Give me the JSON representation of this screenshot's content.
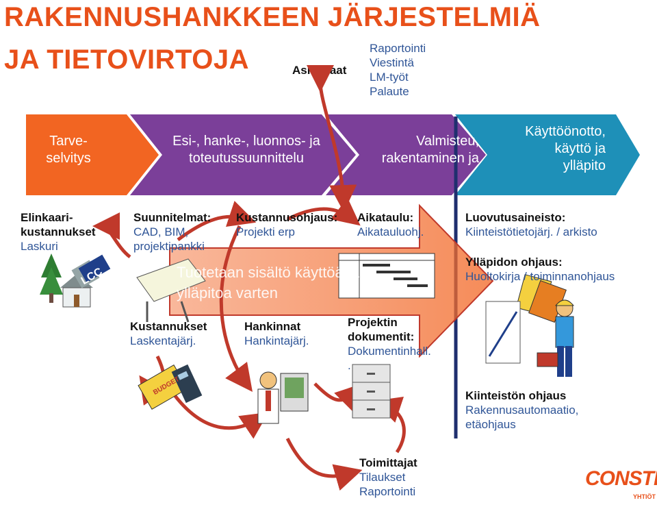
{
  "title": {
    "line1": "RAKENNUSHANKKEEN JÄRJESTELMIÄ",
    "line2": "JA TIETOVIRTOJA"
  },
  "customers": {
    "label": "Asiakkaat",
    "items": [
      "Raportointi",
      "Viestintä",
      "LM-työt",
      "Palaute"
    ]
  },
  "phases": [
    {
      "line1": "Tarve-",
      "line2": "selvitys",
      "color": "#f26522"
    },
    {
      "line1": "Esi-, hanke-, luonnos- ja",
      "line2": "toteutussuunnittelu",
      "color": "#7b3f99"
    },
    {
      "line1": "Valmisteu,",
      "line2": "rakentaminen ja",
      "color": "#7b3f99"
    },
    {
      "line1": "Käyttöönotto,",
      "line2": "käyttö ja",
      "line3": "ylläpito",
      "color": "#1e90b8"
    }
  ],
  "lifecycle": {
    "title1": "Elinkaari-",
    "title2": "kustannukset",
    "value": "Laskuri",
    "logo_text": "LCC"
  },
  "design": {
    "title": "Suunnitelmat:",
    "value1": "CAD, BIM,",
    "value2": "projektipankki"
  },
  "cost_control": {
    "title": "Kustannusohjaus:",
    "value": "Projekti erp"
  },
  "schedule": {
    "title": "Aikataulu:",
    "value": "Aikatauluohj."
  },
  "handover": {
    "title": "Luovutusaineisto:",
    "value": "Kiinteistötietojärj. / arkisto"
  },
  "maintenance": {
    "title": "Ylläpidon ohjaus:",
    "value": "Huoltokirja / toiminnanohjaus"
  },
  "big_arrow": {
    "line1": "Tuotetaan sisältö käyttöä ja",
    "line2": "ylläpitoa varten"
  },
  "costs": {
    "title": "Kustannukset",
    "value": "Laskentajärj.",
    "budget_label": "BUDGET"
  },
  "procurement": {
    "title": "Hankinnat",
    "value": "Hankintajärj."
  },
  "project_docs": {
    "title1": "Projektin",
    "title2": "dokumentit:",
    "value": "Dokumentinhall.",
    "value_cont": "."
  },
  "building_control": {
    "title": "Kiinteistön ohjaus",
    "value1": "Rakennusautomaatio,",
    "value2": "etäohjaus"
  },
  "suppliers": {
    "title": "Toimittajat",
    "items": [
      "Tilaukset",
      "Raportointi"
    ]
  },
  "logo": {
    "name": "CONSTI",
    "sub": "YHTIÖT",
    "color": "#e8501a"
  },
  "colors": {
    "accent_orange": "#e8501a",
    "purple": "#7b3f99",
    "teal": "#1e90b8",
    "arrow_red": "#c0392b",
    "text_blue": "#2f5597",
    "divider_navy": "#1f2f6e"
  }
}
